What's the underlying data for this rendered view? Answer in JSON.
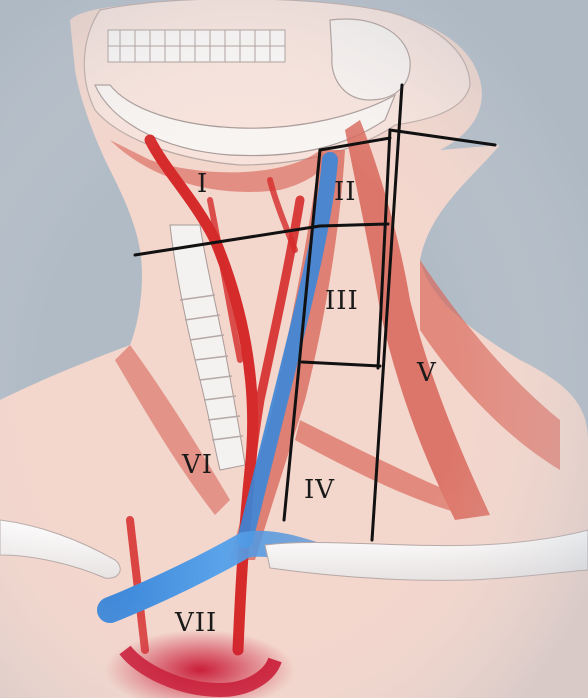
{
  "diagram": {
    "colors": {
      "background": "#a9b5c0",
      "skin": "#f3d3c8",
      "muscle": "#d9665a",
      "artery": "#d52b2b",
      "vein": "#3b86d8",
      "bone": "#f4f4f4",
      "lines": "#111111"
    },
    "regions": [
      {
        "id": "level-i",
        "label": "I"
      },
      {
        "id": "level-ii",
        "label": "II"
      },
      {
        "id": "level-iii",
        "label": "III"
      },
      {
        "id": "level-iv",
        "label": "IV"
      },
      {
        "id": "level-v",
        "label": "V"
      },
      {
        "id": "level-vi",
        "label": "VI"
      },
      {
        "id": "level-vii",
        "label": "VII"
      }
    ]
  }
}
